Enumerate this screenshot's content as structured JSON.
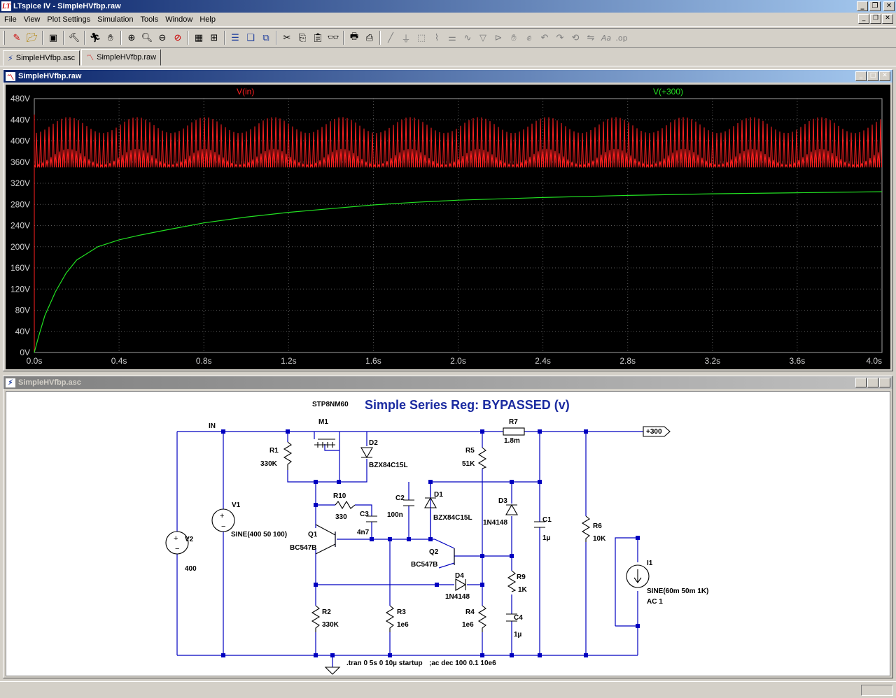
{
  "app": {
    "title": "LTspice IV - SimpleHVfbp.raw",
    "icon_letters": "LT"
  },
  "menu": [
    "File",
    "View",
    "Plot Settings",
    "Simulation",
    "Tools",
    "Window",
    "Help"
  ],
  "tabs": [
    {
      "label": "SimpleHVfbp.asc",
      "icon": "schematic-icon"
    },
    {
      "label": "SimpleHVfbp.raw",
      "icon": "waveform-icon"
    }
  ],
  "plot_window": {
    "title": "SimpleHVfbp.raw",
    "traces": [
      {
        "label": "V(in)",
        "color": "#ff2020"
      },
      {
        "label": "V(+300)",
        "color": "#22e022"
      }
    ],
    "colors": {
      "background": "#000000",
      "grid": "#5a5a5a",
      "axis_text": "#d0d0d0"
    }
  },
  "chart_data": {
    "type": "line",
    "x_ticks": [
      "0.0s",
      "0.4s",
      "0.8s",
      "1.2s",
      "1.6s",
      "2.0s",
      "2.4s",
      "2.8s",
      "3.2s",
      "3.6s",
      "4.0s"
    ],
    "y_ticks": [
      "480V",
      "440V",
      "400V",
      "360V",
      "320V",
      "280V",
      "240V",
      "200V",
      "160V",
      "120V",
      "80V",
      "40V",
      "0V"
    ],
    "xlim": [
      0,
      4.0
    ],
    "ylim": [
      0,
      480
    ],
    "grid": true,
    "series": [
      {
        "name": "V(in)",
        "kind": "sine",
        "offset": 400,
        "amplitude": 50,
        "frequency_hz": 50,
        "envelope_min": 350,
        "envelope_max": 450
      },
      {
        "name": "V(+300)",
        "x": [
          0,
          0.02,
          0.05,
          0.1,
          0.15,
          0.2,
          0.3,
          0.4,
          0.5,
          0.6,
          0.8,
          1.0,
          1.2,
          1.4,
          1.6,
          1.8,
          2.0,
          2.4,
          2.8,
          3.2,
          3.6,
          4.0
        ],
        "y": [
          0,
          30,
          70,
          115,
          150,
          175,
          200,
          213,
          222,
          230,
          245,
          256,
          265,
          272,
          279,
          284,
          288,
          293,
          297,
          300,
          302,
          304
        ]
      }
    ]
  },
  "schematic_window": {
    "title": "SimpleHVfbp.asc",
    "heading": "Simple Series Reg: BYPASSED (v)",
    "mosfet_model": "STP8NM60",
    "net_in": "IN",
    "net_out": "+300",
    "labels": {
      "M1": "M1",
      "R1": "R1",
      "R1v": "330K",
      "D2": "D2",
      "D2v": "BZX84C15L",
      "R5": "R5",
      "R5v": "51K",
      "R7": "R7",
      "R7v": "1.8m",
      "R10": "R10",
      "R10v": "330",
      "C3": "C3",
      "C3v": "4n7",
      "C2": "C2",
      "C2v": "100n",
      "D1": "D1",
      "D1v": "BZX84C15L",
      "D3": "D3",
      "D3v": "1N4148",
      "C1": "C1",
      "C1v": "1µ",
      "R6": "R6",
      "R6v": "10K",
      "V1": "V1",
      "V1v": "SINE(400 50 100)",
      "V2": "V2",
      "V2v": "400",
      "Q1": "Q1",
      "Q1v": "BC547B",
      "Q2": "Q2",
      "Q2v": "BC547B",
      "D4": "D4",
      "D4v": "1N4148",
      "R9": "R9",
      "R9v": "1K",
      "I1": "I1",
      "I1v": "SINE(60m 50m 1K)",
      "I1v2": "AC 1",
      "R2": "R2",
      "R2v": "330K",
      "R3": "R3",
      "R3v": "1e6",
      "R4": "R4",
      "R4v": "1e6",
      "C4": "C4",
      "C4v": "1µ"
    },
    "directive_tran": ".tran 0 5s 0 10µ startup",
    "directive_ac": ";ac dec 100 0.1 10e6",
    "colors": {
      "wire": "#0000c0",
      "component": "#000000",
      "text": "#000000",
      "heading": "#1a2aa0"
    }
  }
}
